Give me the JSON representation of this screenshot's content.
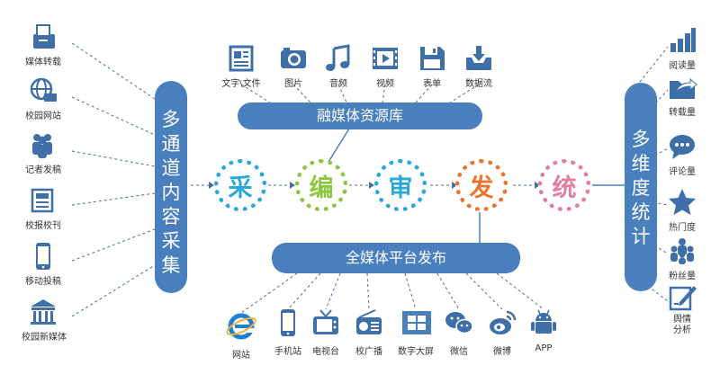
{
  "left_bar": {
    "label": "多通道内容采集"
  },
  "right_bar": {
    "label": "多维度统计"
  },
  "top_bar": {
    "label": "融媒体资源库"
  },
  "bottom_bar": {
    "label": "全媒体平台发布"
  },
  "flow": [
    {
      "char": "采",
      "color": "#2aa9d8"
    },
    {
      "char": "编",
      "color": "#8cc63f"
    },
    {
      "char": "审",
      "color": "#2aa9d8"
    },
    {
      "char": "发",
      "color": "#e8752d"
    },
    {
      "char": "统",
      "color": "#e07f9b"
    }
  ],
  "left_items": [
    {
      "label": "媒体转载",
      "icon": "fax-icon"
    },
    {
      "label": "校园网站",
      "icon": "globe-laptop-icon"
    },
    {
      "label": "记者发稿",
      "icon": "people-icon"
    },
    {
      "label": "校报校刊",
      "icon": "newspaper-icon"
    },
    {
      "label": "移动投稿",
      "icon": "phone-icon"
    },
    {
      "label": "校园新媒体",
      "icon": "building-icon"
    }
  ],
  "top_items": [
    {
      "label": "文字\\文件",
      "icon": "document-icon"
    },
    {
      "label": "图片",
      "icon": "camera-icon"
    },
    {
      "label": "音频",
      "icon": "music-note-icon"
    },
    {
      "label": "视频",
      "icon": "film-icon"
    },
    {
      "label": "表单",
      "icon": "floppy-disk-icon"
    },
    {
      "label": "数据流",
      "icon": "inbox-download-icon"
    }
  ],
  "bottom_items": [
    {
      "label": "网站",
      "icon": "ie-icon"
    },
    {
      "label": "手机站",
      "icon": "phone-icon"
    },
    {
      "label": "电视台",
      "icon": "tv-icon"
    },
    {
      "label": "校广播",
      "icon": "radio-icon"
    },
    {
      "label": "数字大屏",
      "icon": "windows-icon"
    },
    {
      "label": "微信",
      "icon": "wechat-icon"
    },
    {
      "label": "微博",
      "icon": "weibo-icon"
    },
    {
      "label": "APP",
      "icon": "android-icon"
    }
  ],
  "right_items": [
    {
      "label": "阅读量",
      "icon": "bar-chart-icon"
    },
    {
      "label": "转载量",
      "icon": "share-folder-icon"
    },
    {
      "label": "评论量",
      "icon": "comment-icon"
    },
    {
      "label": "热门度",
      "icon": "star-icon"
    },
    {
      "label": "粉丝量",
      "icon": "fans-icon"
    },
    {
      "label": "舆情分析",
      "icon": "edit-icon"
    }
  ]
}
